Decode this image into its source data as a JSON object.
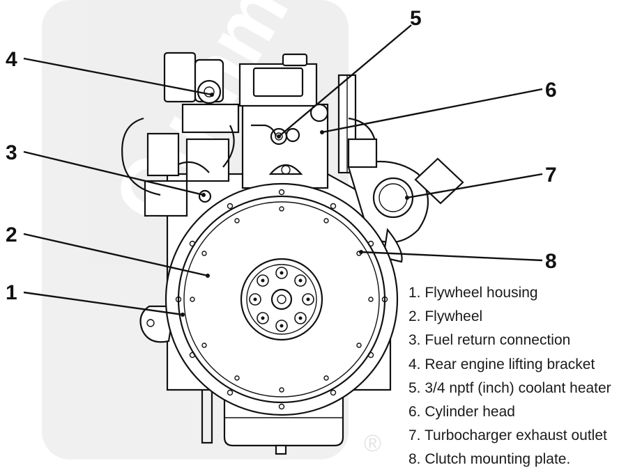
{
  "callouts": [
    {
      "num": "1",
      "label": "Flywheel housing"
    },
    {
      "num": "2",
      "label": "Flywheel"
    },
    {
      "num": "3",
      "label": "Fuel return connection"
    },
    {
      "num": "4",
      "label": "Rear engine lifting bracket"
    },
    {
      "num": "5",
      "label": "3/4 nptf (inch) coolant heater"
    },
    {
      "num": "6",
      "label": "Cylinder head"
    },
    {
      "num": "7",
      "label": "Turbocharger exhaust outlet"
    },
    {
      "num": "8",
      "label": "Clutch mounting plate."
    }
  ],
  "legend_items": [
    "1. Flywheel housing",
    "2. Flywheel",
    "3. Fuel return connection",
    "4. Rear engine lifting bracket",
    "5. 3/4 nptf (inch) coolant heater",
    "6. Cylinder head",
    "7. Turbocharger exhaust outlet",
    "8. Clutch mounting plate."
  ],
  "watermark": {
    "brand": "Cummins",
    "registered_mark": "®"
  }
}
